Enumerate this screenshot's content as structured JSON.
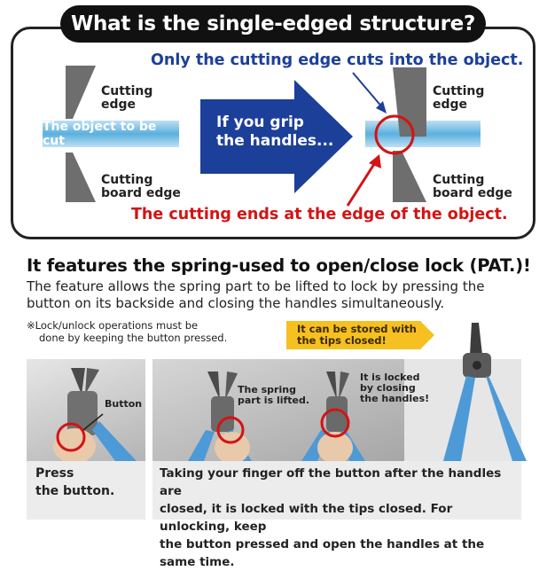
{
  "header": {
    "title": "What is the single-edged structure?"
  },
  "diagram": {
    "blue_note": "Only the cutting edge cuts into the object.",
    "red_note": "The cutting ends at the edge of the object.",
    "cutting_edge_label_line1": "Cutting",
    "cutting_edge_label_line2": "edge",
    "board_edge_label_line1": "Cutting",
    "board_edge_label_line2": "board edge",
    "object_label": "The object to be cut",
    "arrow_text_line1": "If you grip",
    "arrow_text_line2": "the handles...",
    "colors": {
      "blue": "#1c3f99",
      "red": "#d41313",
      "object": "#5ab0de",
      "blade": "#6e6e6e"
    }
  },
  "feature": {
    "title": "It features the spring-used to open/close lock (PAT.)!",
    "body_line1": "The feature allows the spring part to be lifted to lock by pressing the",
    "body_line2": "button on its backside and closing the handles simultaneously.",
    "note_line1": "※Lock/unlock operations must be",
    "note_line2": "done by keeping the button pressed.",
    "callout_line1": "It can be stored with",
    "callout_line2": "the tips closed!"
  },
  "photos": {
    "button_label": "Button",
    "spring_label_line1": "The spring",
    "spring_label_line2": "part is lifted.",
    "locked_label_line1": "It is locked",
    "locked_label_line2": "by closing",
    "locked_label_line3": "the handles!"
  },
  "captions": {
    "press_line1": "Press",
    "press_line2": "the button.",
    "taking_line1": "Taking your finger off the button after the handles are",
    "taking_line2": "closed, it is locked with the tips closed. For unlocking, keep",
    "taking_line3": "the button pressed and open the handles at the same time."
  }
}
